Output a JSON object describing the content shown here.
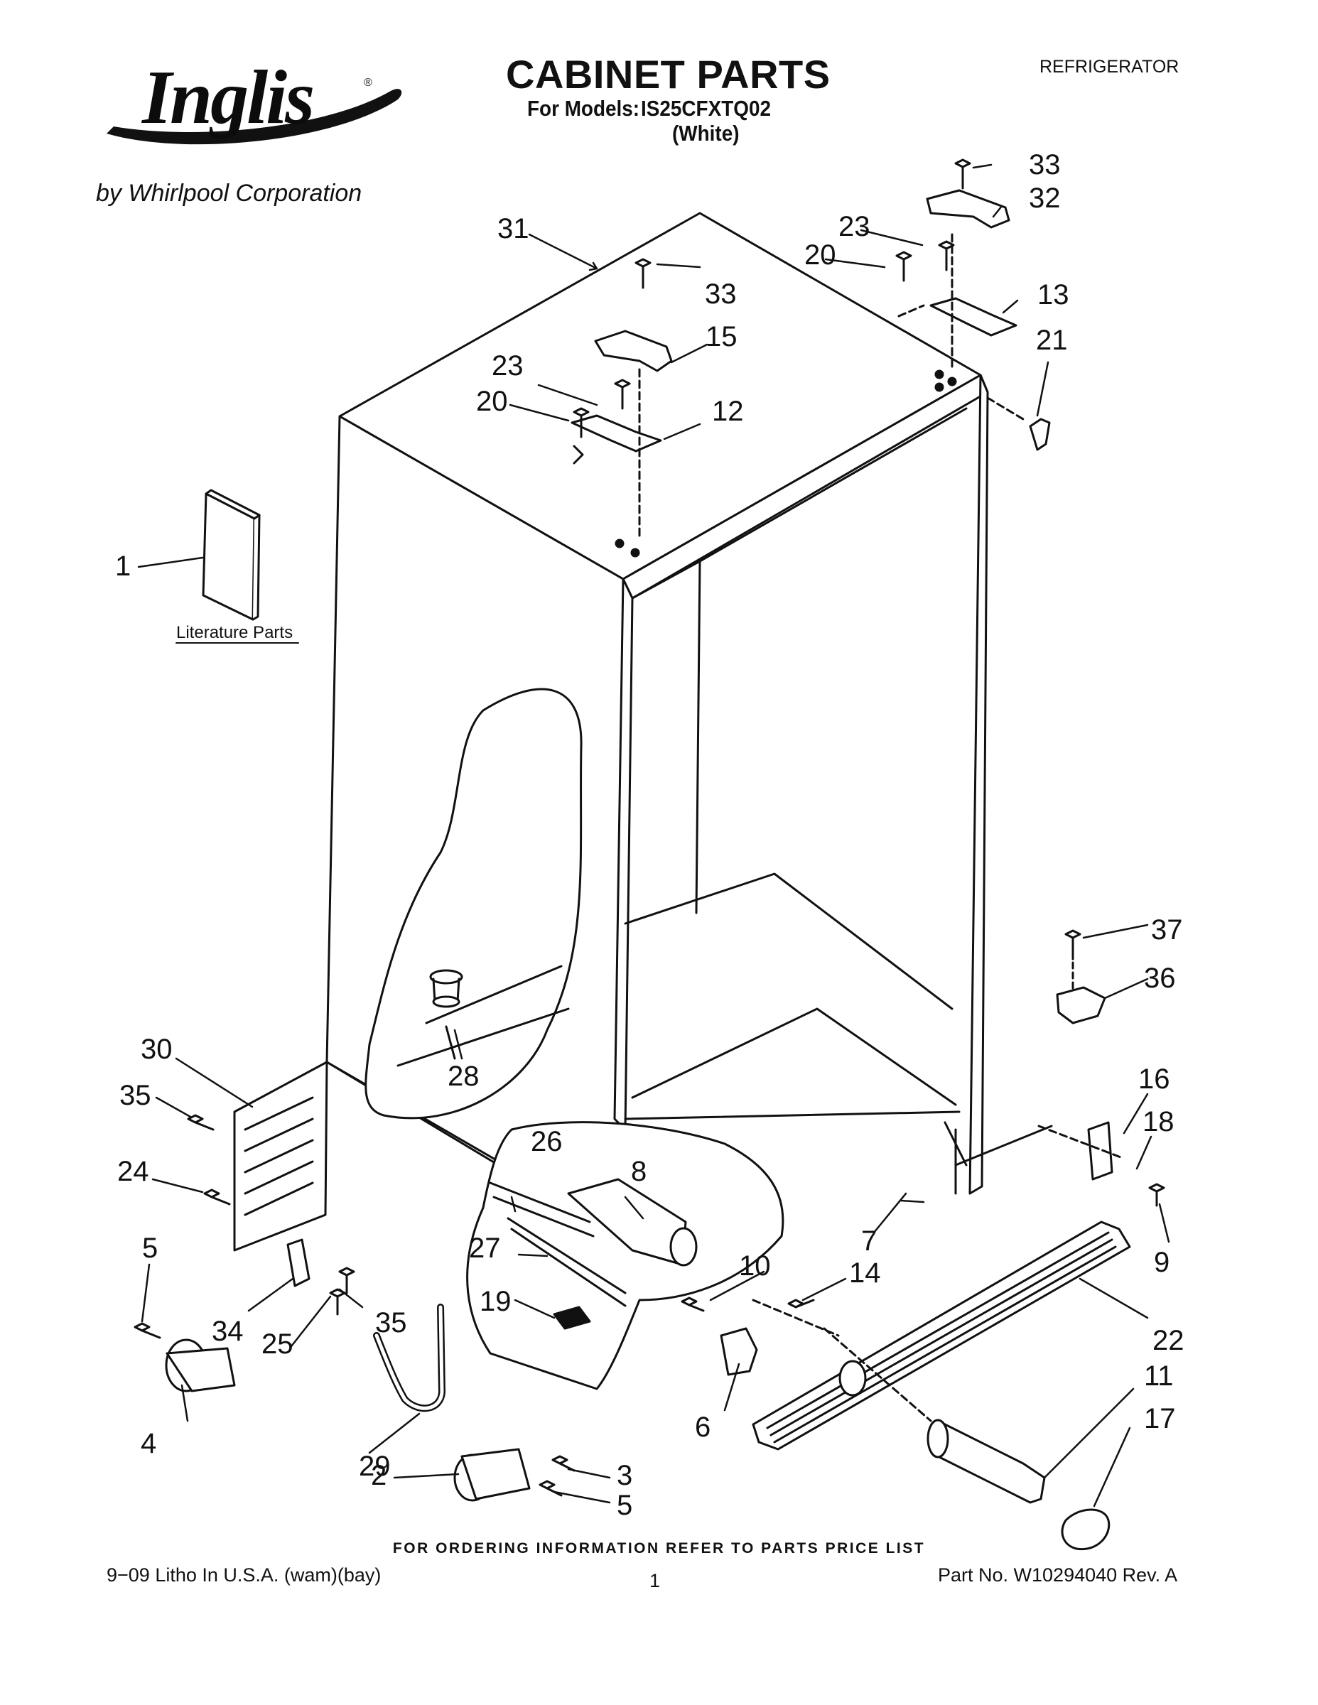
{
  "brand": {
    "logo_text": "Inglis",
    "logo_mark": "®",
    "byline": "by Whirlpool Corporation"
  },
  "header": {
    "title": "CABINET PARTS",
    "models_label": "For Models:",
    "model": "IS25CFXTQ02",
    "color": "(White)",
    "appliance_type": "REFRIGERATOR"
  },
  "diagram": {
    "literature_label": "Literature Parts",
    "callouts": [
      "1",
      "2",
      "3",
      "4",
      "5",
      "5",
      "6",
      "7",
      "8",
      "9",
      "10",
      "11",
      "12",
      "13",
      "14",
      "15",
      "16",
      "17",
      "18",
      "19",
      "20",
      "20",
      "21",
      "22",
      "23",
      "23",
      "24",
      "25",
      "26",
      "27",
      "28",
      "29",
      "30",
      "31",
      "32",
      "33",
      "33",
      "34",
      "35",
      "35",
      "36",
      "37"
    ]
  },
  "footer": {
    "ordering_note": "FOR ORDERING INFORMATION REFER TO PARTS PRICE LIST",
    "litho": "9−09 Litho In U.S.A. (wam)(bay)",
    "page_number": "1",
    "part_number": "Part No. W10294040 Rev. A"
  }
}
